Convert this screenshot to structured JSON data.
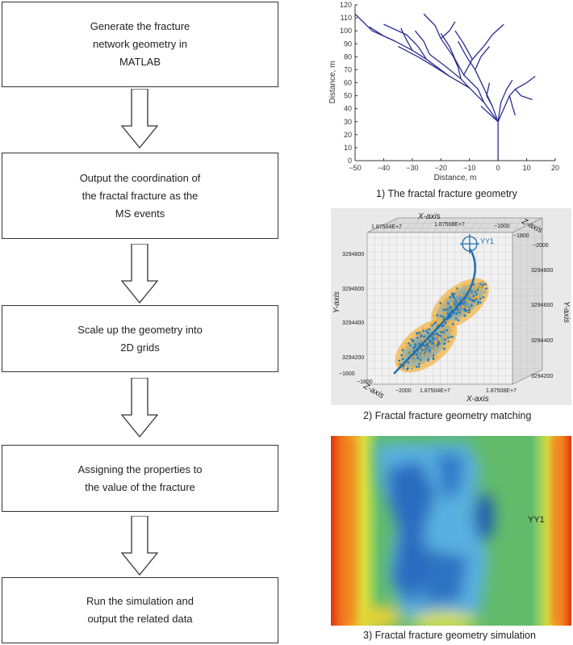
{
  "flow_steps": [
    {
      "lines": [
        "Generate the fracture",
        "network geometry in",
        "MATLAB"
      ]
    },
    {
      "lines": [
        "Output the coordination of",
        "the fractal fracture as the",
        "MS events"
      ]
    },
    {
      "lines": [
        "Scale up the geometry into",
        "2D grids"
      ]
    },
    {
      "lines": [
        "Assigning the properties to",
        "the value of the fracture"
      ]
    },
    {
      "lines": [
        "Run the simulation and",
        "output the related data"
      ]
    }
  ],
  "panel1": {
    "caption": "1) The fractal fracture geometry",
    "xlabel": "Distance, m",
    "ylabel": "Distance, m",
    "xticks": [
      "−50",
      "−40",
      "−30",
      "−20",
      "−10",
      "0",
      "10",
      "20"
    ],
    "yticks": [
      "0",
      "10",
      "20",
      "30",
      "40",
      "50",
      "60",
      "70",
      "80",
      "90",
      "100",
      "110",
      "120"
    ],
    "line_color": "#2b2d8f"
  },
  "panel2": {
    "caption": "2) Fractal fracture geometry matching",
    "x_axis_label": "X-axis",
    "y_axis_label": "Y-axis",
    "z_axis_label": "Z-axis",
    "x_top_ticks": [
      "1.87504E+7",
      "1.87508E+7"
    ],
    "x_bottom_ticks": [
      "1.87504E+7",
      "1.87508E+7"
    ],
    "y_left_ticks": [
      "3294800",
      "3294600",
      "3294400",
      "3294200"
    ],
    "y_right_ticks": [
      "3294800",
      "3294600",
      "3294400",
      "3294200"
    ],
    "z_top_ticks": [
      "−1600",
      "−1800",
      "−2000"
    ],
    "z_bottom_ticks": [
      "−1600",
      "−1800",
      "−2000"
    ],
    "well_label": "YY1"
  },
  "panel3": {
    "caption": "3) Fractal fracture geometry simulation",
    "well_label": "YY1"
  },
  "chart_data": {
    "type": "line",
    "xlabel": "Distance, m",
    "ylabel": "Distance, m",
    "xlim": [
      -50,
      20
    ],
    "ylim": [
      0,
      120
    ],
    "grid": false,
    "series": [
      {
        "x": [
          0,
          0
        ],
        "y": [
          0,
          30
        ]
      },
      {
        "x": [
          0,
          -5,
          -10,
          -17,
          -25
        ],
        "y": [
          30,
          45,
          56,
          65,
          78
        ]
      },
      {
        "x": [
          -17,
          -22,
          -28,
          -35
        ],
        "y": [
          65,
          72,
          80,
          88
        ]
      },
      {
        "x": [
          -25,
          -30,
          -36,
          -44,
          -50
        ],
        "y": [
          78,
          85,
          92,
          100,
          113
        ]
      },
      {
        "x": [
          -25,
          -28,
          -32,
          -40
        ],
        "y": [
          78,
          88,
          97,
          105
        ]
      },
      {
        "x": [
          -36,
          -40,
          -45
        ],
        "y": [
          92,
          96,
          103
        ]
      },
      {
        "x": [
          -30,
          -32,
          -34
        ],
        "y": [
          85,
          93,
          102
        ]
      },
      {
        "x": [
          -10,
          -13,
          -18,
          -24
        ],
        "y": [
          56,
          63,
          72,
          82
        ]
      },
      {
        "x": [
          -24,
          -26,
          -29
        ],
        "y": [
          82,
          92,
          100
        ]
      },
      {
        "x": [
          -13,
          -14,
          -16
        ],
        "y": [
          63,
          72,
          82
        ]
      },
      {
        "x": [
          -5,
          -7,
          -12,
          -15,
          -20
        ],
        "y": [
          45,
          55,
          66,
          78,
          94
        ]
      },
      {
        "x": [
          -20,
          -22,
          -26
        ],
        "y": [
          94,
          104,
          113
        ]
      },
      {
        "x": [
          -15,
          -17,
          -20
        ],
        "y": [
          78,
          88,
          98
        ]
      },
      {
        "x": [
          -20,
          -17,
          -15
        ],
        "y": [
          94,
          100,
          107
        ]
      },
      {
        "x": [
          -12,
          -9,
          -5
        ],
        "y": [
          66,
          78,
          88
        ]
      },
      {
        "x": [
          -5,
          -2,
          2
        ],
        "y": [
          88,
          97,
          105
        ]
      },
      {
        "x": [
          -9,
          -12,
          -15
        ],
        "y": [
          78,
          90,
          100
        ]
      },
      {
        "x": [
          0,
          -2,
          -5,
          -8
        ],
        "y": [
          30,
          42,
          56,
          70
        ]
      },
      {
        "x": [
          -8,
          -6,
          -3
        ],
        "y": [
          70,
          80,
          88
        ]
      },
      {
        "x": [
          -8,
          -11,
          -14
        ],
        "y": [
          70,
          80,
          92
        ]
      },
      {
        "x": [
          0,
          2,
          4,
          6,
          10,
          13
        ],
        "y": [
          30,
          40,
          50,
          55,
          60,
          65
        ]
      },
      {
        "x": [
          4,
          5,
          6
        ],
        "y": [
          50,
          42,
          35
        ]
      },
      {
        "x": [
          6,
          8,
          12
        ],
        "y": [
          55,
          50,
          47
        ]
      },
      {
        "x": [
          0,
          -3,
          -6
        ],
        "y": [
          30,
          36,
          42
        ]
      },
      {
        "x": [
          0,
          1,
          3,
          5
        ],
        "y": [
          30,
          45,
          55,
          62
        ]
      },
      {
        "x": [
          -2,
          -4,
          -3
        ],
        "y": [
          42,
          50,
          60
        ]
      }
    ]
  }
}
